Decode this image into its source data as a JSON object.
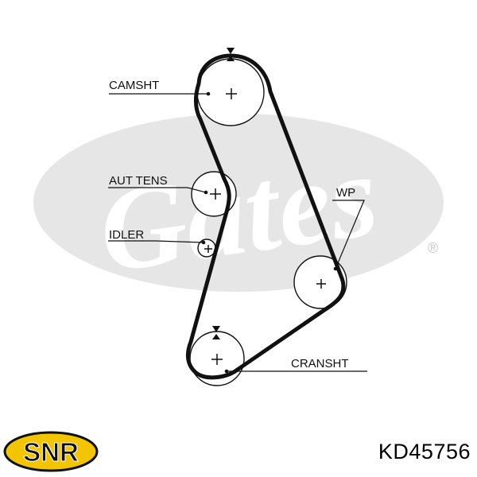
{
  "labels": {
    "camshaft": "CAMSHT",
    "tensioner": "AUT TENS",
    "idler": "IDLER",
    "water_pump": "WP",
    "crankshaft": "CRANSHT"
  },
  "watermark": {
    "brand": "Gates",
    "mark": "®"
  },
  "brand": {
    "name": "SNR",
    "color": "#f2c500",
    "text_color": "#111111"
  },
  "part_number": "KD45756",
  "colors": {
    "belt": "#111111",
    "watermark": "#e6e6e6"
  }
}
